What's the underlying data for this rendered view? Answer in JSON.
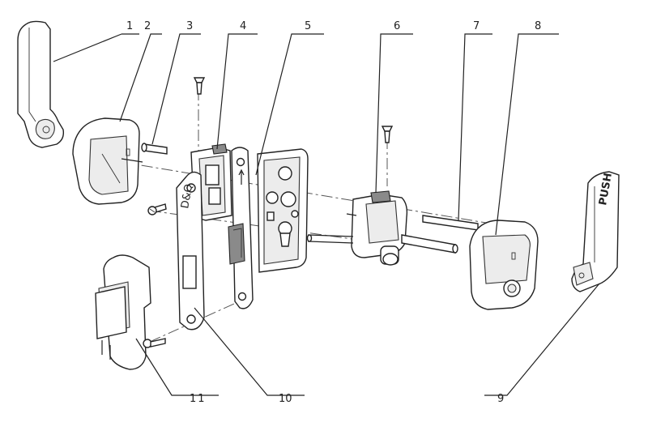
{
  "diagram": {
    "callouts": [
      {
        "id": "c1",
        "number": "1"
      },
      {
        "id": "c2",
        "number": "2"
      },
      {
        "id": "c3",
        "number": "3"
      },
      {
        "id": "c4",
        "number": "4"
      },
      {
        "id": "c5",
        "number": "5"
      },
      {
        "id": "c6",
        "number": "6"
      },
      {
        "id": "c7",
        "number": "7"
      },
      {
        "id": "c8",
        "number": "8"
      },
      {
        "id": "c9",
        "number": "9"
      },
      {
        "id": "c10",
        "number": "10"
      },
      {
        "id": "c11",
        "number": "11"
      }
    ],
    "parts": {
      "lock_body_brand": "D&Q",
      "push_handle_text": "PUSH"
    }
  }
}
